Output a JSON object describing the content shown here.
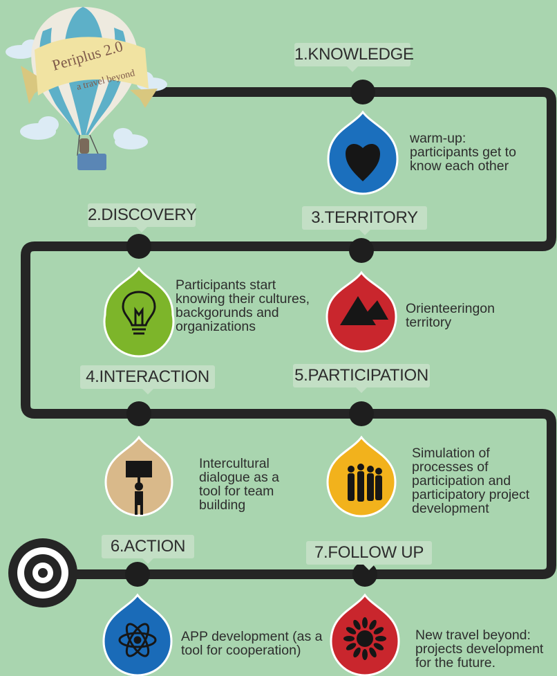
{
  "logo": {
    "title": "Periplus 2.0",
    "subtitle": "a travel beyond"
  },
  "stages": [
    {
      "label": "1.KNOWLEDGE",
      "description": [
        "warm-up:",
        "participants get to",
        "know each other"
      ],
      "icon": "heart-icon",
      "color": "#1b6fbd"
    },
    {
      "label": "2.DISCOVERY",
      "description": [
        "Participants start",
        "knowing their cultures,",
        "backgorunds and",
        "organizations"
      ],
      "icon": "lightbulb-icon",
      "color": "#7db52a"
    },
    {
      "label": "3.TERRITORY",
      "description": [
        "Orienteeringon",
        "territory"
      ],
      "icon": "mountains-icon",
      "color": "#c9262d"
    },
    {
      "label": "4.INTERACTION",
      "description": [
        "Intercultural",
        "dialogue as a",
        "tool for team",
        "building"
      ],
      "icon": "protester-sign-icon",
      "color": "#d9b98a"
    },
    {
      "label": "5.PARTICIPATION",
      "description": [
        "Simulation of",
        "processes of",
        "participation and",
        "participatory project",
        "development"
      ],
      "icon": "people-group-icon",
      "color": "#f2b21c"
    },
    {
      "label": "6.ACTION",
      "description": [
        "APP development (as a",
        "tool for cooperation)"
      ],
      "icon": "atom-icon",
      "color": "#1a6bb8"
    },
    {
      "label": "7.FOLLOW UP",
      "description": [
        "New travel beyond:",
        "projects development",
        "for the future."
      ],
      "icon": "sun-icon",
      "color": "#c9262d"
    }
  ],
  "colors": {
    "background": "#a9d5af",
    "path": "#252525",
    "label_bg": "#c3dfc5"
  }
}
